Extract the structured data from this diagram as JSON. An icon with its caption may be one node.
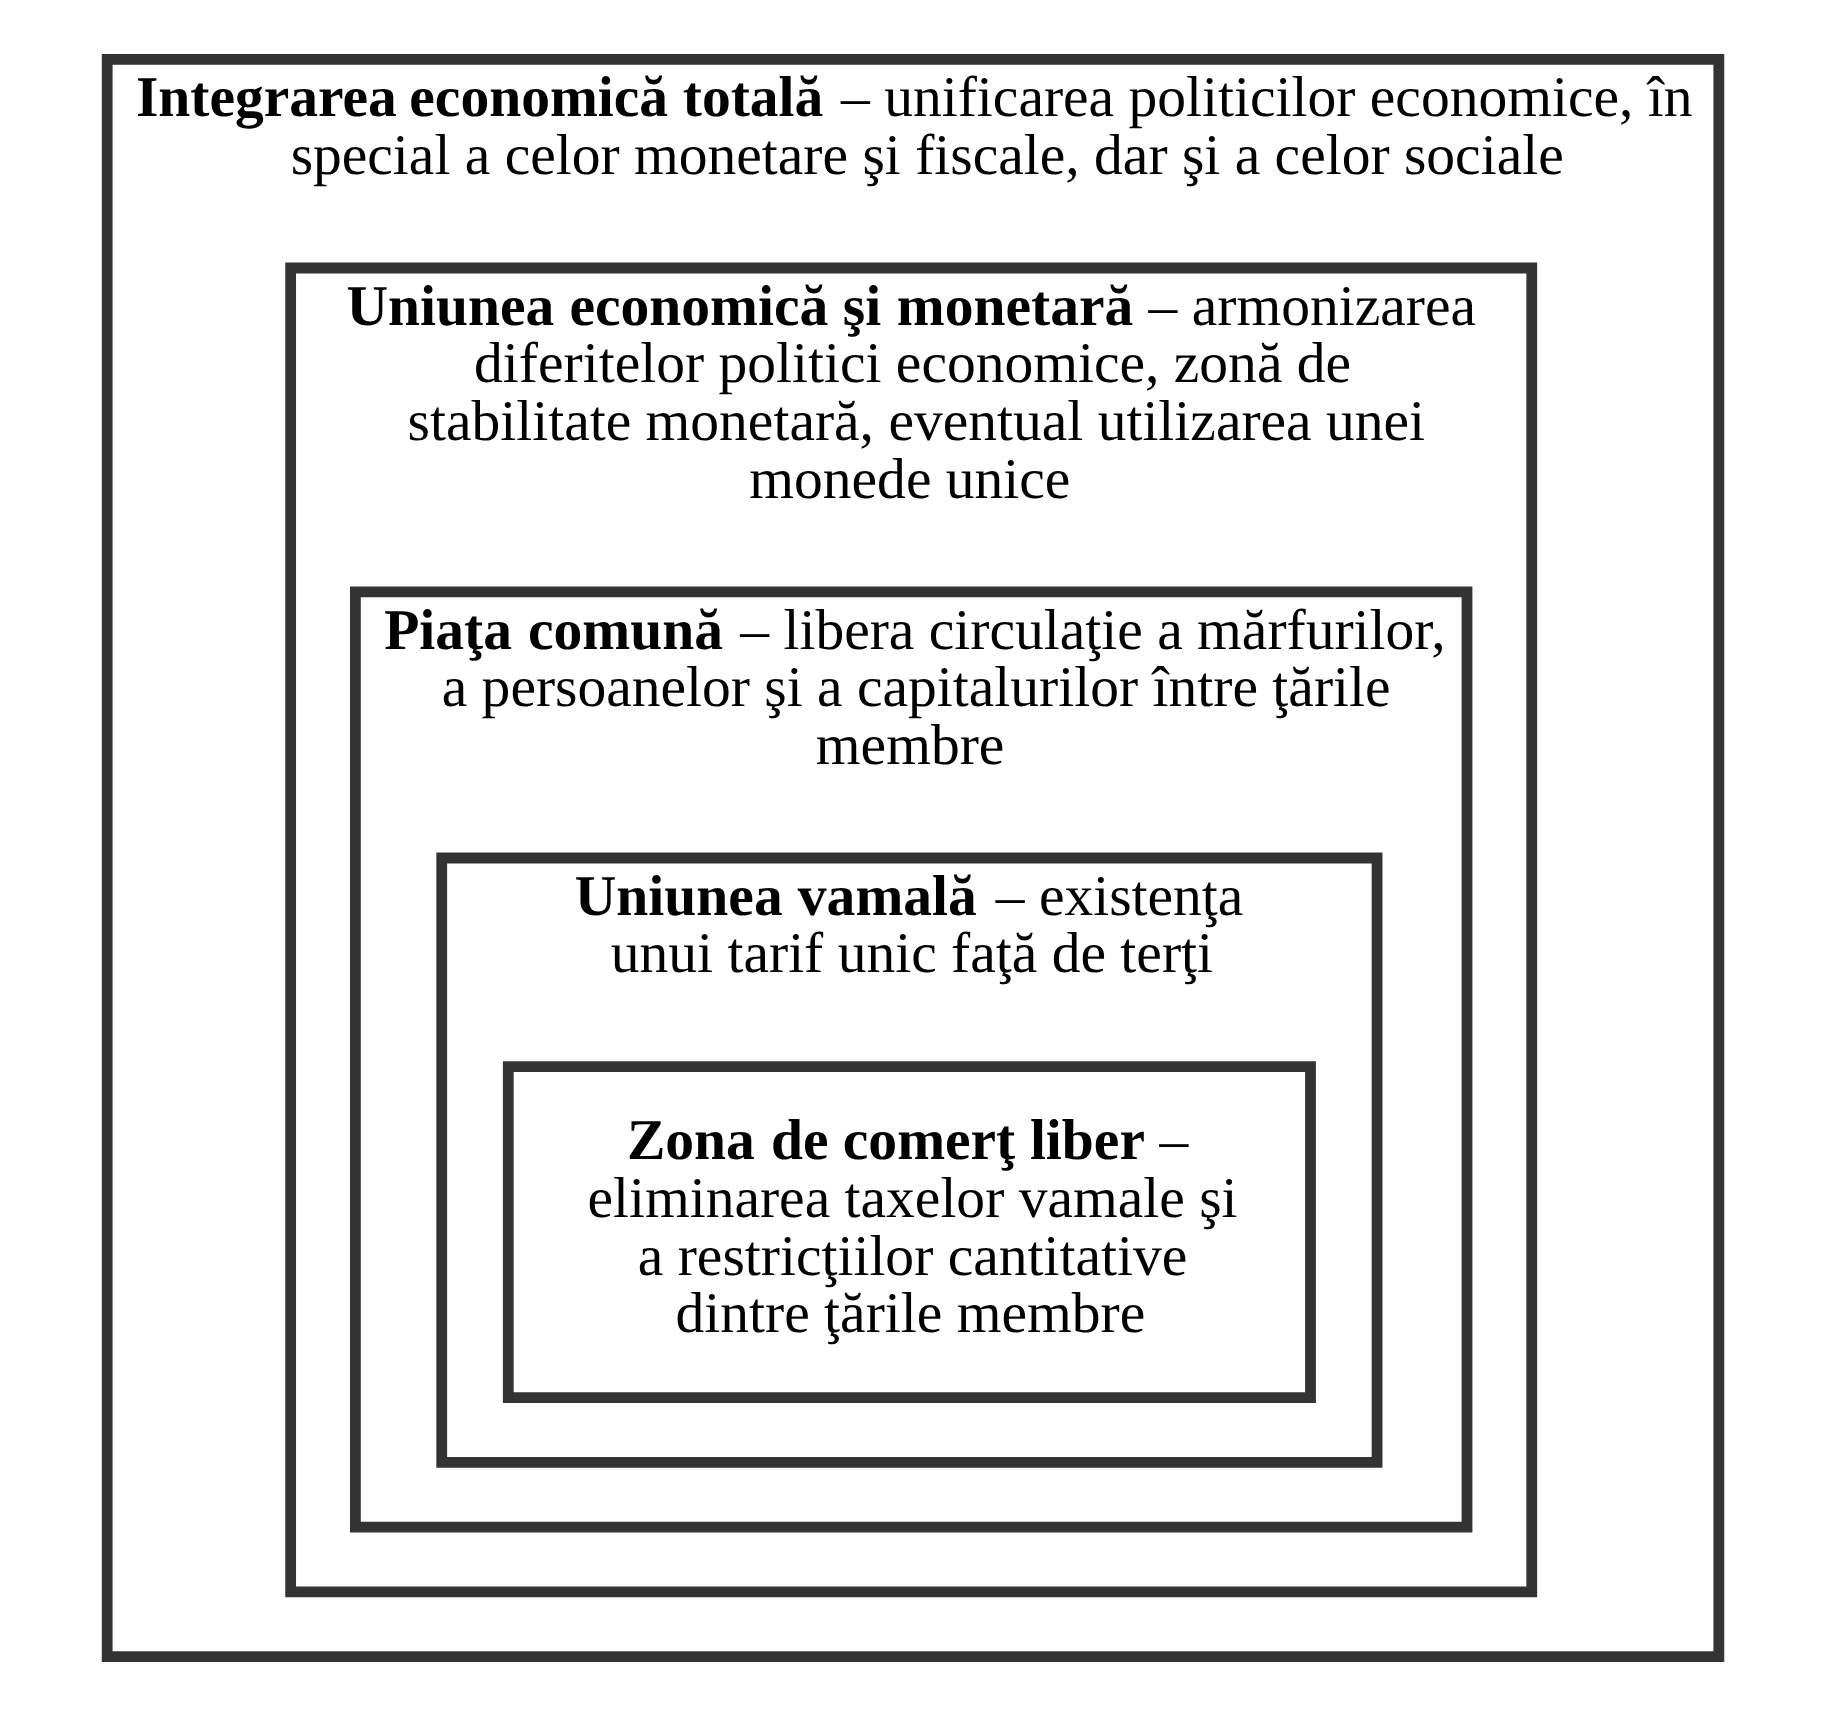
{
  "diagram": {
    "nodes": [
      {
        "text": [
          "**Integrarea economică totală** – unificarea politicilor economice, în special a celor monetare şi fiscale, dar şi a celor sociale"
        ]
      },
      {
        "text": [
          "**Uniunea economică şi monetară** – armonizarea diferitelor politici economice, zonă de stabilitate monetară, eventual utilizarea unei monede unice"
        ],
        "in": 0
      },
      {
        "text": [
          "**Piaţa comună** – libera circulaţie a mărfurilor, a persoanelor şi a capitalurilor între ţările membre"
        ],
        "in": 1
      },
      {
        "text": [
          "**Uniunea vamală** – existenţa unui tarif unic faţă de terţi"
        ],
        "in": 2
      },
      {
        "text": [
          "**Zona de comerţ liber** – eliminarea taxelor vamale şi a restricţiilor cantitative dintre ţările membre"
        ],
        "in": 3
      }
    ]
  }
}
